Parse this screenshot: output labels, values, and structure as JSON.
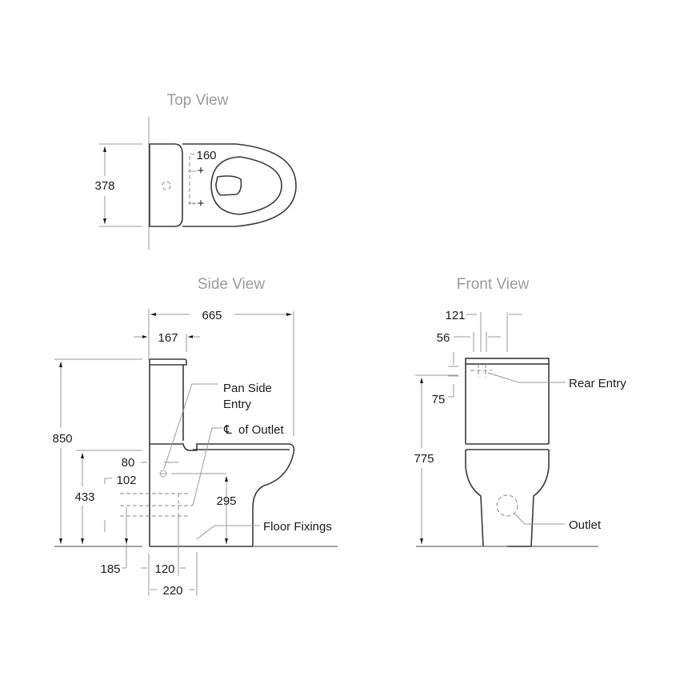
{
  "views": {
    "top": {
      "title": "Top View",
      "dims": {
        "width": "378",
        "fixings_spacing": "160"
      }
    },
    "side": {
      "title": "Side View",
      "dims": {
        "overall_length": "665",
        "cistern_depth": "167",
        "overall_height": "850",
        "pan_entry_offset": "80",
        "outlet_band": "102",
        "pan_height": "433",
        "outlet_height": "295",
        "outlet_centre": "185",
        "fixing_from_wall": "120",
        "pan_base_depth": "220"
      },
      "labels": {
        "pan_side_entry_1": "Pan Side",
        "pan_side_entry_2": "Entry",
        "centreline_symbol": "℄",
        "centreline_text": "of Outlet",
        "floor_fixings": "Floor Fixings"
      }
    },
    "front": {
      "title": "Front View",
      "dims": {
        "rear_entry_offset": "121",
        "rear_entry_width": "56",
        "rear_entry_drop": "75",
        "rear_entry_height": "775"
      },
      "labels": {
        "rear_entry": "Rear Entry",
        "outlet": "Outlet"
      }
    }
  }
}
